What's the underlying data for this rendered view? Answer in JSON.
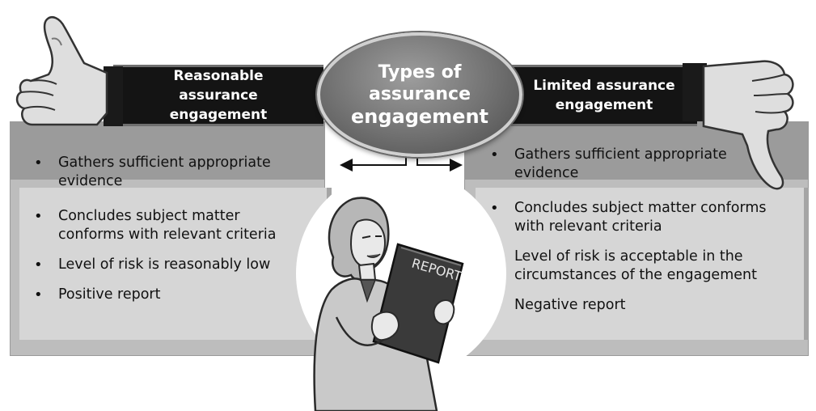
{
  "center": {
    "line1": "Types of",
    "line2": "assurance",
    "line3": "engagement"
  },
  "left": {
    "header_line1": "Reasonable assurance",
    "header_line2": "engagement",
    "items": [
      "Gathers sufficient appropriate evidence",
      "Concludes subject matter conforms with relevant criteria",
      "Level of risk is reasonably low",
      "Positive report"
    ]
  },
  "right": {
    "header_line1": "Limited assurance",
    "header_line2": "engagement",
    "items": [
      "Gathers sufficient appropriate evidence",
      "Concludes subject matter conforms with relevant criteria",
      "Level of risk is acceptable in the circumstances of the engagement",
      "Negative report"
    ]
  },
  "report_label": "REPORT",
  "colors": {
    "header": "#141414",
    "panel": "#bdbdbd",
    "panel_inner": "#d6d6d6",
    "oval": "#707070"
  },
  "icons": {
    "left_hand": "thumbs-up-icon",
    "right_hand": "thumbs-down-icon",
    "figure": "woman-holding-report"
  }
}
